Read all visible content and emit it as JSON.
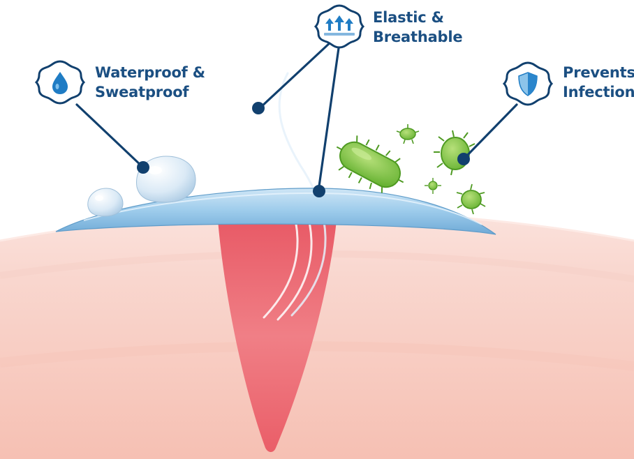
{
  "callouts": {
    "waterproof": {
      "line1": "Waterproof &",
      "line2": "Sweatproof",
      "icon": "water-drop-icon"
    },
    "elastic": {
      "line1": "Elastic &",
      "line2": "Breathable",
      "icon": "airflow-arrows-icon"
    },
    "infection": {
      "line1": "Prevents",
      "line2": "Infection",
      "icon": "shield-icon"
    }
  },
  "colors": {
    "label": "#1b4f82",
    "connector": "#11406e",
    "skin_top": "#fbe2dc",
    "skin_mid": "#f7cbc1",
    "skin_deep": "#f5b7a9",
    "wound": "#ee6a72",
    "film": "#8fc0e4",
    "bacteria": "#7cc142",
    "droplet": "#cfe4f4"
  }
}
